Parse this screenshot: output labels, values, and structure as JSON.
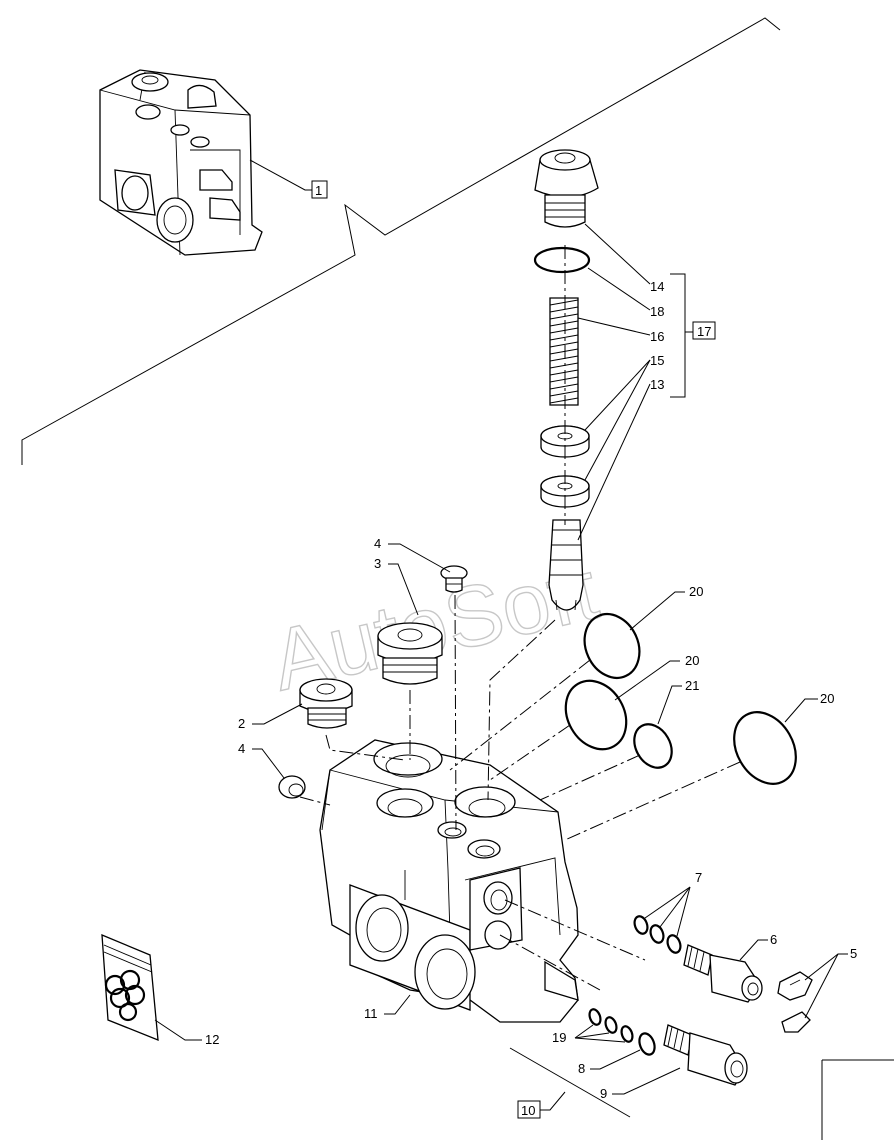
{
  "watermark": "AutoSoft",
  "callouts": {
    "c1": "1",
    "c2": "2",
    "c3": "3",
    "c4a": "4",
    "c4b": "4",
    "c5": "5",
    "c6": "6",
    "c7": "7",
    "c8": "8",
    "c9": "9",
    "c10": "10",
    "c11": "11",
    "c12": "12",
    "c13": "13",
    "c14": "14",
    "c15": "15",
    "c16": "16",
    "c17": "17",
    "c18": "18",
    "c19": "19",
    "c20a": "20",
    "c20b": "20",
    "c20c": "20",
    "c21": "21"
  },
  "icons": {
    "valve_block": "valve-body-icon",
    "assembly": "valve-assembly-icon",
    "seal_kit": "seal-kit-icon"
  }
}
